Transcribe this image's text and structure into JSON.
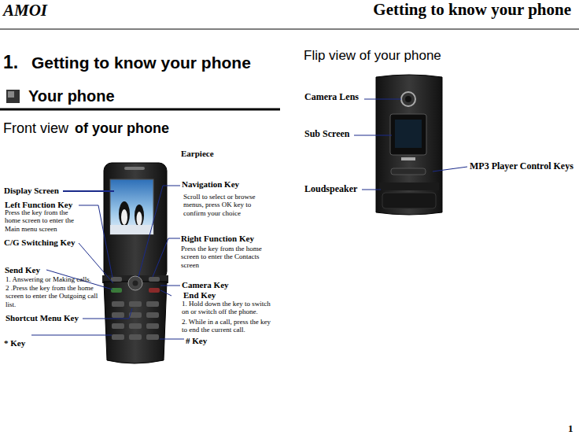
{
  "diagram": {
    "title": "Getting to know your phone",
    "labels": [
      "AMOI",
      "1.",
      "Getting to know your phone",
      "Your phone",
      "Front view",
      "of your phone",
      "Flip view of your phone",
      "Earpiece",
      "Navigation Key",
      "Scroll to select or browse menus, press OK key to confirm your choice",
      "Display Screen",
      "Left Function Key",
      "Press the key from the home screen to enter the Main menu screen",
      "C/G Switching Key",
      "Right Function Key",
      "Press the key from the home screen to enter the Contacts screen",
      "Send Key",
      "1. Answering or Making calls.",
      "2 .Press the key from the home screen to enter the Outgoing call list.",
      "Camera Key",
      "End Key",
      "1. Hold down the key to switch on or switch off the phone.",
      "2. While in a call, press the key to end the current call.",
      "Shortcut Menu Key",
      "* Key",
      "# Key",
      "Camera Lens",
      "Sub Screen",
      "Loudspeaker",
      "MP3 Player Control Keys",
      "1"
    ]
  }
}
